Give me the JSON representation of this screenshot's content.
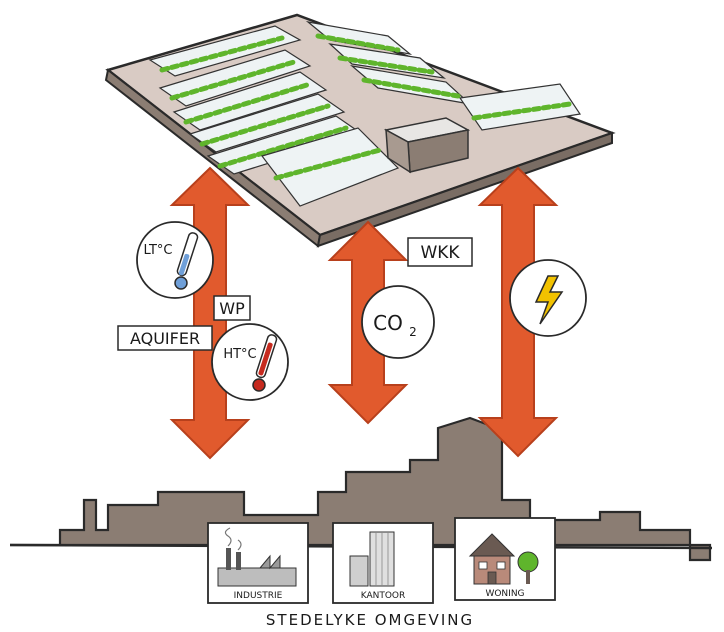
{
  "labels": {
    "aquifer": "AQUIFER",
    "wp": "WP",
    "wkk": "WKK",
    "co2_main": "CO",
    "co2_sub": "2",
    "lt": "LT°C",
    "ht": "HT°C",
    "caption": "STEDELYKE OMGEVING",
    "industrie": "INDUSTRIE",
    "kantoor": "KANTOOR",
    "woning": "WONING"
  },
  "icons": [
    "greenhouse-complex",
    "thermometer-cold",
    "thermometer-hot",
    "lightning-bolt",
    "factory",
    "office-tower",
    "house"
  ],
  "colors": {
    "arrow": "#e15a2d",
    "arrow_edge": "#b8401c",
    "city": "#8b7d73",
    "platform": "#d9cbc4",
    "plant": "#5fb52c",
    "thermo_cold": "#6f9fd8",
    "thermo_hot": "#c62a1f",
    "bolt": "#f2c200"
  }
}
